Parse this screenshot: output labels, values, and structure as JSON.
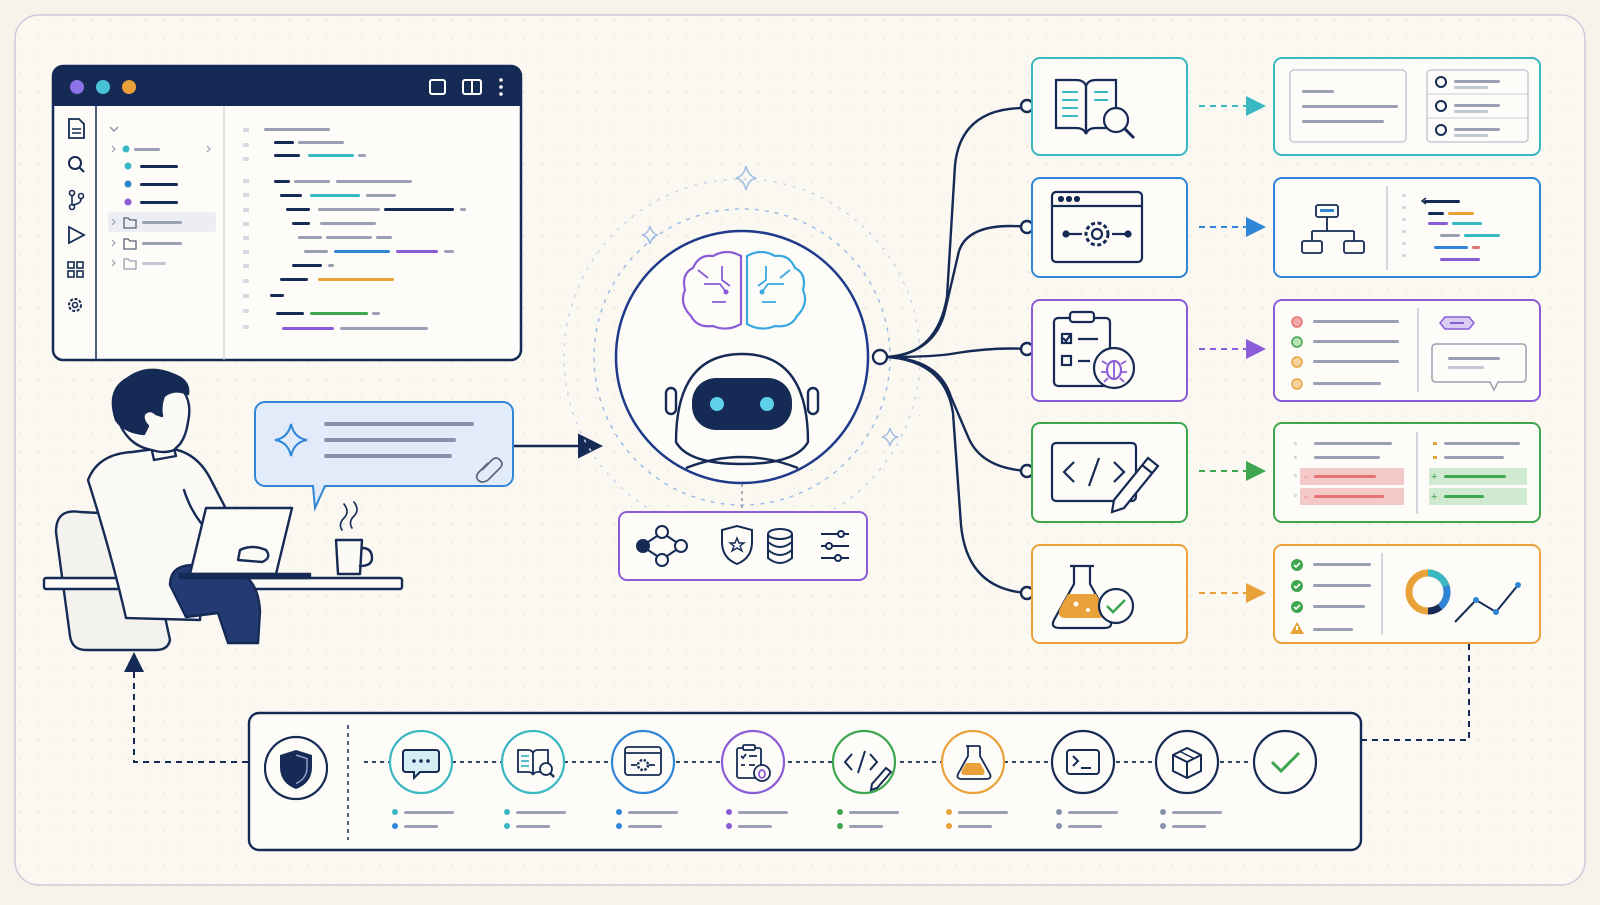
{
  "colors": {
    "background": "#f7f3ea",
    "panel": "#fdfbf6",
    "navy": "#152a54",
    "teal": "#39b7c3",
    "blue": "#2f86d6",
    "purple": "#8a5cd8",
    "green": "#3fa650",
    "orange": "#e9a23a",
    "red": "#e57373"
  },
  "editor": {
    "window_dots": [
      "#8e72e8",
      "#48c3d6",
      "#e9a23a"
    ],
    "activity_icons": [
      "file-icon",
      "search-icon",
      "branch-icon",
      "run-icon",
      "extensions-icon",
      "settings-icon"
    ]
  },
  "agent": {
    "tools": [
      "workflow-icon",
      "security-badge-icon",
      "database-icon",
      "sliders-icon"
    ]
  },
  "branches": [
    {
      "name": "research",
      "icon": "book-search-icon",
      "color": "#39b7c3",
      "output": "document-list-panel"
    },
    {
      "name": "design",
      "icon": "browser-gear-icon",
      "color": "#2f86d6",
      "output": "architecture-code-panel"
    },
    {
      "name": "plan",
      "icon": "checklist-bug-icon",
      "color": "#8a5cd8",
      "output": "task-list-comment-panel"
    },
    {
      "name": "implement",
      "icon": "code-edit-icon",
      "color": "#3fa650",
      "output": "diff-panel"
    },
    {
      "name": "test",
      "icon": "flask-check-icon",
      "color": "#e9a23a",
      "output": "test-report-panel"
    }
  ],
  "pipeline": {
    "start_icon": "shield-icon",
    "steps": [
      {
        "icon": "chat-icon",
        "color": "#39b7c3"
      },
      {
        "icon": "book-search-icon",
        "color": "#39b7c3"
      },
      {
        "icon": "browser-gear-icon",
        "color": "#2f86d6"
      },
      {
        "icon": "checklist-bug-icon",
        "color": "#8a5cd8"
      },
      {
        "icon": "code-edit-icon",
        "color": "#3fa650"
      },
      {
        "icon": "flask-icon",
        "color": "#e9a23a"
      },
      {
        "icon": "terminal-icon",
        "color": "#152a54"
      },
      {
        "icon": "package-icon",
        "color": "#152a54"
      },
      {
        "icon": "checkmark-icon",
        "color": "#3fa650"
      }
    ]
  }
}
